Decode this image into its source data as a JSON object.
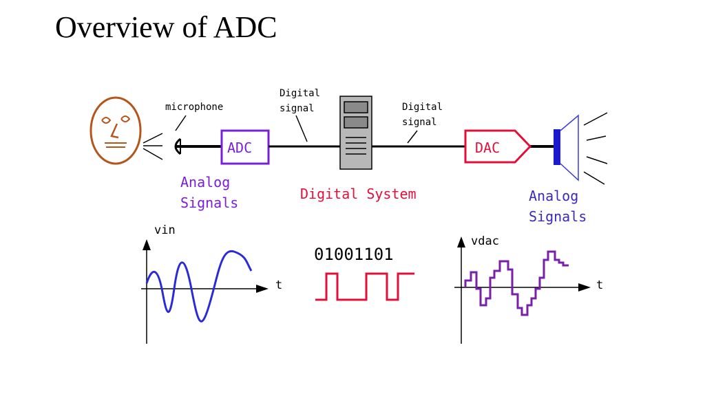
{
  "slide": {
    "title": "Overview of ADC"
  },
  "labels": {
    "microphone": "microphone",
    "digital_signal_left": [
      "Digital",
      "signal"
    ],
    "digital_signal_right": [
      "Digital",
      "signal"
    ],
    "adc": "ADC",
    "dac": "DAC",
    "digital_system": "Digital System",
    "analog_left": [
      "Analog",
      "Signals"
    ],
    "analog_right": [
      "Analog",
      "Signals"
    ]
  },
  "graphs": {
    "vin_label": "vin",
    "vdac_label": "vdac",
    "t_label_left": "t",
    "t_label_right": "t",
    "binary_code": "01001101"
  },
  "colors": {
    "face": "#b5551b",
    "adc": "#7a1fd6",
    "dac": "#e0103a",
    "digital_text": "#e0103a",
    "speaker": "#1a1acc",
    "analog_text": "#7a1fd6",
    "analog_text_right": "#3a2ab8",
    "vin_wave": "#2a2ad8",
    "binary_wave": "#e0103a",
    "vdac_wave": "#7a1fa8"
  }
}
